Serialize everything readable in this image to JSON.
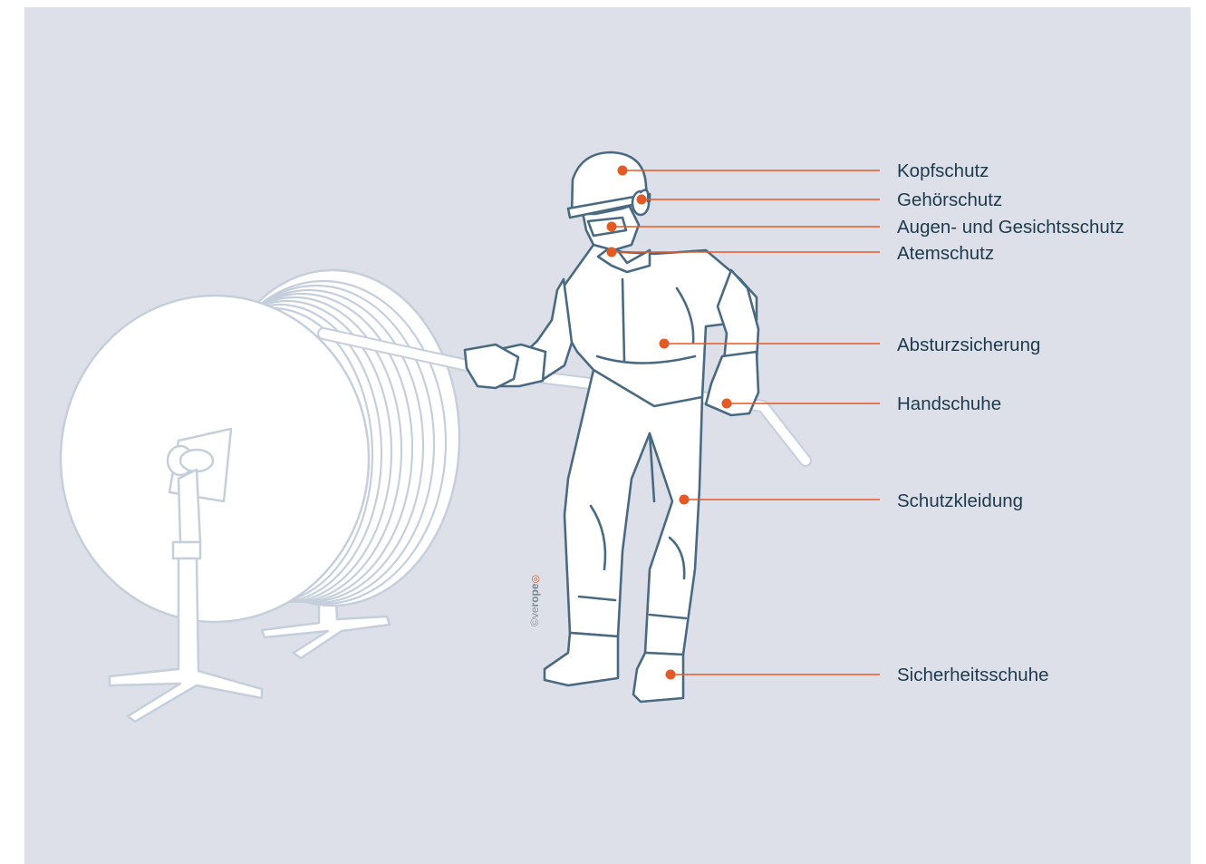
{
  "colors": {
    "background": "#dde0e8",
    "outline": "#4a6a82",
    "callout": "#e45a25",
    "label_text": "#1d3a4e",
    "spool_outline": "#c5cfdc",
    "fill": "#ffffff"
  },
  "labels": [
    {
      "id": "kopfschutz",
      "text": "Kopfschutz"
    },
    {
      "id": "gehoerschutz",
      "text": "Gehörschutz"
    },
    {
      "id": "augen",
      "text": "Augen- und Gesichtsschutz"
    },
    {
      "id": "atemschutz",
      "text": "Atemschutz"
    },
    {
      "id": "absturz",
      "text": "Absturzsicherung"
    },
    {
      "id": "handschuhe",
      "text": "Handschuhe"
    },
    {
      "id": "kleidung",
      "text": "Schutzkleidung"
    },
    {
      "id": "schuhe",
      "text": "Sicherheitsschuhe"
    }
  ],
  "copyright": {
    "symbol": "©",
    "brand_prefix": "ve",
    "brand_bold": "rope",
    "mark": "◎"
  }
}
